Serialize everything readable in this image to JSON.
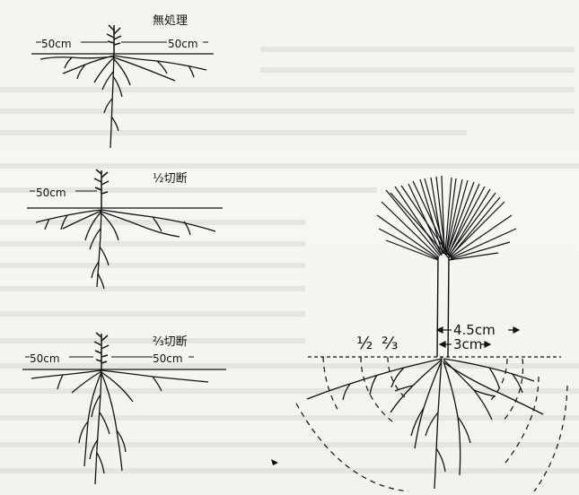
{
  "panels": [
    {
      "title": "無処理",
      "left_label": "50cm",
      "right_label": "50cm"
    },
    {
      "title": "½切断",
      "left_label": "50cm"
    },
    {
      "title": "⅔切断",
      "left_label": "50cm",
      "right_label": "50cm"
    }
  ],
  "detail": {
    "measure_outer": "4.5cm",
    "measure_inner": "3cm",
    "fraction_half": "½",
    "fraction_two_thirds": "⅔"
  }
}
